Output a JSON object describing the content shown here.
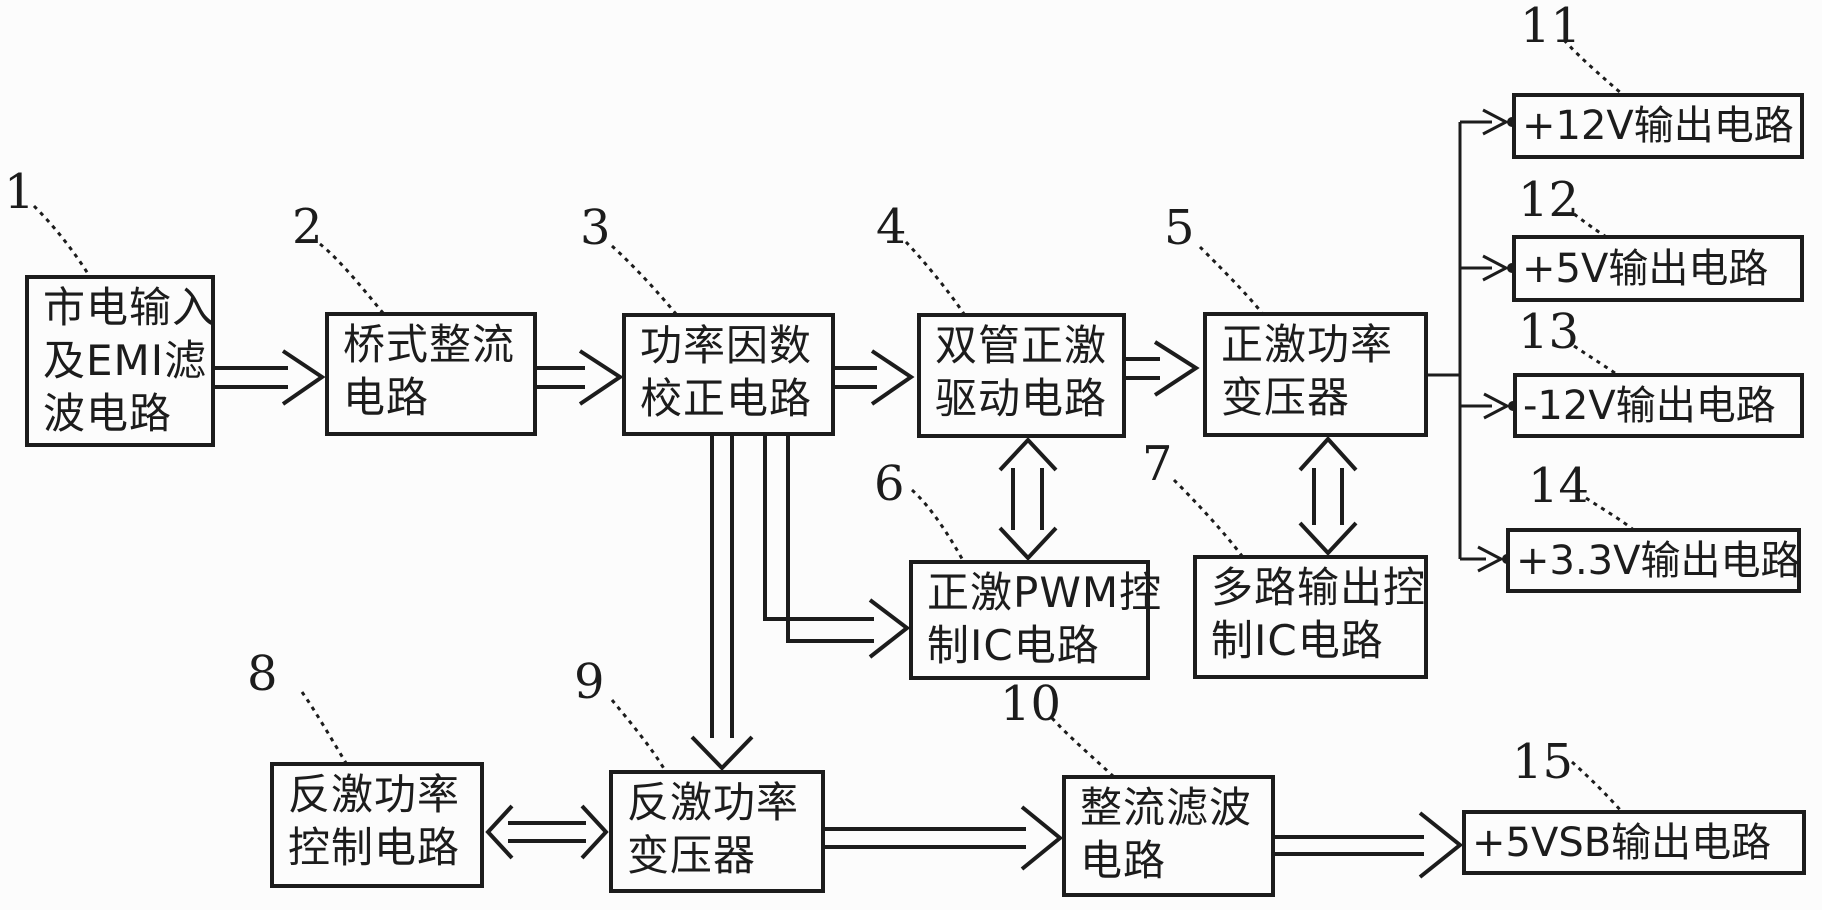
{
  "diagram": {
    "type": "block-diagram",
    "language": "zh",
    "colors": {
      "ink": "#1c1c1c",
      "paper": "#fcfcfc"
    },
    "blocks": [
      {
        "num": "1",
        "lines": [
          "市电输入",
          "及EMI滤",
          "波电路"
        ]
      },
      {
        "num": "2",
        "lines": [
          "桥式整流",
          "电路"
        ]
      },
      {
        "num": "3",
        "lines": [
          "功率因数",
          "校正电路"
        ]
      },
      {
        "num": "4",
        "lines": [
          "双管正激",
          "驱动电路"
        ]
      },
      {
        "num": "5",
        "lines": [
          "正激功率",
          "变压器"
        ]
      },
      {
        "num": "6",
        "lines": [
          "正激PWM控",
          "制IC电路"
        ]
      },
      {
        "num": "7",
        "lines": [
          "多路输出控",
          "制IC电路"
        ]
      },
      {
        "num": "8",
        "lines": [
          "反激功率",
          "控制电路"
        ]
      },
      {
        "num": "9",
        "lines": [
          "反激功率",
          "变压器"
        ]
      },
      {
        "num": "10",
        "lines": [
          "整流滤波",
          "电路"
        ]
      },
      {
        "num": "11",
        "lines": [
          "+12V输出电路"
        ]
      },
      {
        "num": "12",
        "lines": [
          "+5V输出电路"
        ]
      },
      {
        "num": "13",
        "lines": [
          "-12V输出电路"
        ]
      },
      {
        "num": "14",
        "lines": [
          "+3.3V输出电路"
        ]
      },
      {
        "num": "15",
        "lines": [
          "+5VSB输出电路"
        ]
      }
    ]
  }
}
